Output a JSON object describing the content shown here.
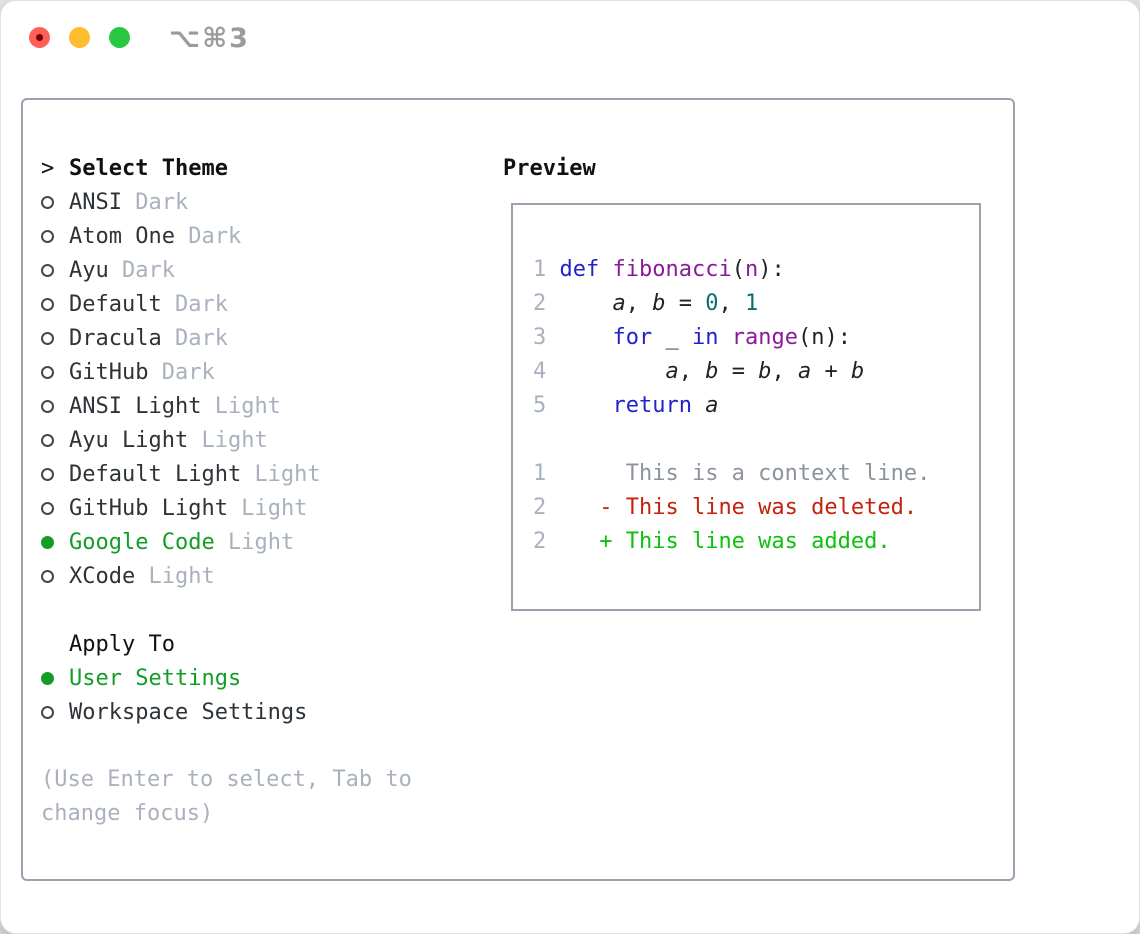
{
  "titlebar": {
    "title": "⌥⌘3"
  },
  "colors": {
    "accent_green": "#149c27",
    "muted_gray": "#a9b1bd",
    "panel_border": "#9aa2ad",
    "keyword_blue": "#2222cc",
    "function_purple": "#8a1a9a",
    "number_teal": "#0b6e6e",
    "diff_deleted_red": "#c4220d",
    "diff_added_green": "#0cc20c",
    "traffic_red": "#ff5f57",
    "traffic_yellow": "#febc2e",
    "traffic_green": "#28c840"
  },
  "panel": {
    "select_theme": {
      "prompt": ">",
      "label": "Select Theme"
    },
    "themes": [
      {
        "name": "ANSI",
        "tag": "Dark",
        "selected": false
      },
      {
        "name": "Atom One",
        "tag": "Dark",
        "selected": false
      },
      {
        "name": "Ayu",
        "tag": "Dark",
        "selected": false
      },
      {
        "name": "Default",
        "tag": "Dark",
        "selected": false
      },
      {
        "name": "Dracula",
        "tag": "Dark",
        "selected": false
      },
      {
        "name": "GitHub",
        "tag": "Dark",
        "selected": false
      },
      {
        "name": "ANSI Light",
        "tag": "Light",
        "selected": false
      },
      {
        "name": "Ayu Light",
        "tag": "Light",
        "selected": false
      },
      {
        "name": "Default Light",
        "tag": "Light",
        "selected": false
      },
      {
        "name": "GitHub Light",
        "tag": "Light",
        "selected": false
      },
      {
        "name": "Google Code",
        "tag": "Light",
        "selected": true
      },
      {
        "name": "XCode",
        "tag": "Light",
        "selected": false
      }
    ],
    "apply_to": {
      "label": "Apply To",
      "options": [
        {
          "label": "User Settings",
          "selected": true
        },
        {
          "label": "Workspace Settings",
          "selected": false
        }
      ]
    },
    "hint": "(Use Enter to select, Tab to\nchange focus)"
  },
  "preview": {
    "label": "Preview",
    "lines": [
      [
        [
          "1 ",
          "ln"
        ],
        [
          "def ",
          "kw"
        ],
        [
          "fibonacci",
          "fn"
        ],
        [
          "(",
          "plain"
        ],
        [
          "n",
          "fn"
        ],
        [
          "):",
          "plain"
        ]
      ],
      [
        [
          "2 ",
          "ln"
        ],
        [
          "    ",
          "plain"
        ],
        [
          "a",
          "var"
        ],
        [
          ", ",
          "plain"
        ],
        [
          "b",
          "var"
        ],
        [
          " = ",
          "plain"
        ],
        [
          "0",
          "num"
        ],
        [
          ", ",
          "plain"
        ],
        [
          "1",
          "num"
        ]
      ],
      [
        [
          "3 ",
          "ln"
        ],
        [
          "    ",
          "plain"
        ],
        [
          "for ",
          "kw"
        ],
        [
          "_ ",
          "plain"
        ],
        [
          "in ",
          "kw"
        ],
        [
          "range",
          "fn"
        ],
        [
          "(n):",
          "plain"
        ]
      ],
      [
        [
          "4 ",
          "ln"
        ],
        [
          "        ",
          "plain"
        ],
        [
          "a",
          "var"
        ],
        [
          ", ",
          "plain"
        ],
        [
          "b",
          "var"
        ],
        [
          " = ",
          "plain"
        ],
        [
          "b",
          "var"
        ],
        [
          ", ",
          "plain"
        ],
        [
          "a",
          "var"
        ],
        [
          " + ",
          "plain"
        ],
        [
          "b",
          "var"
        ]
      ],
      [
        [
          "5 ",
          "ln"
        ],
        [
          "    ",
          "plain"
        ],
        [
          "return ",
          "kw"
        ],
        [
          "a",
          "var"
        ]
      ],
      [],
      [
        [
          "1",
          "ln"
        ],
        [
          "      This is a context line.",
          "ctx"
        ]
      ],
      [
        [
          "2",
          "ln"
        ],
        [
          "    ",
          "plain"
        ],
        [
          "- This line was deleted.",
          "del"
        ]
      ],
      [
        [
          "2",
          "ln"
        ],
        [
          "    ",
          "plain"
        ],
        [
          "+ This line was added.",
          "add"
        ]
      ]
    ]
  }
}
